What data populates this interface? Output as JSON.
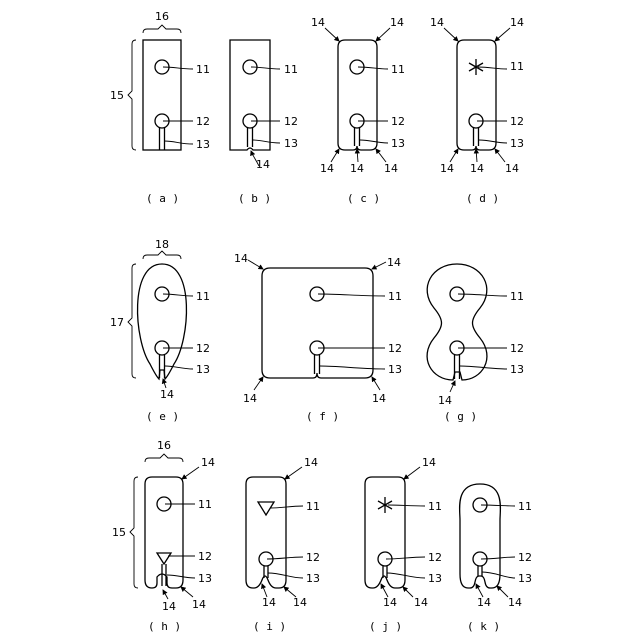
{
  "labels": {
    "n11": "11",
    "n12": "12",
    "n13": "13",
    "n14": "14",
    "n15": "15",
    "n16": "16",
    "n17": "17",
    "n18": "18"
  },
  "captions": {
    "a": "( a )",
    "b": "( b )",
    "c": "( c )",
    "d": "( d )",
    "e": "( e )",
    "f": "( f )",
    "g": "( g )",
    "h": "( h )",
    "i": "( i )",
    "j": "( j )",
    "k": "( k )"
  }
}
